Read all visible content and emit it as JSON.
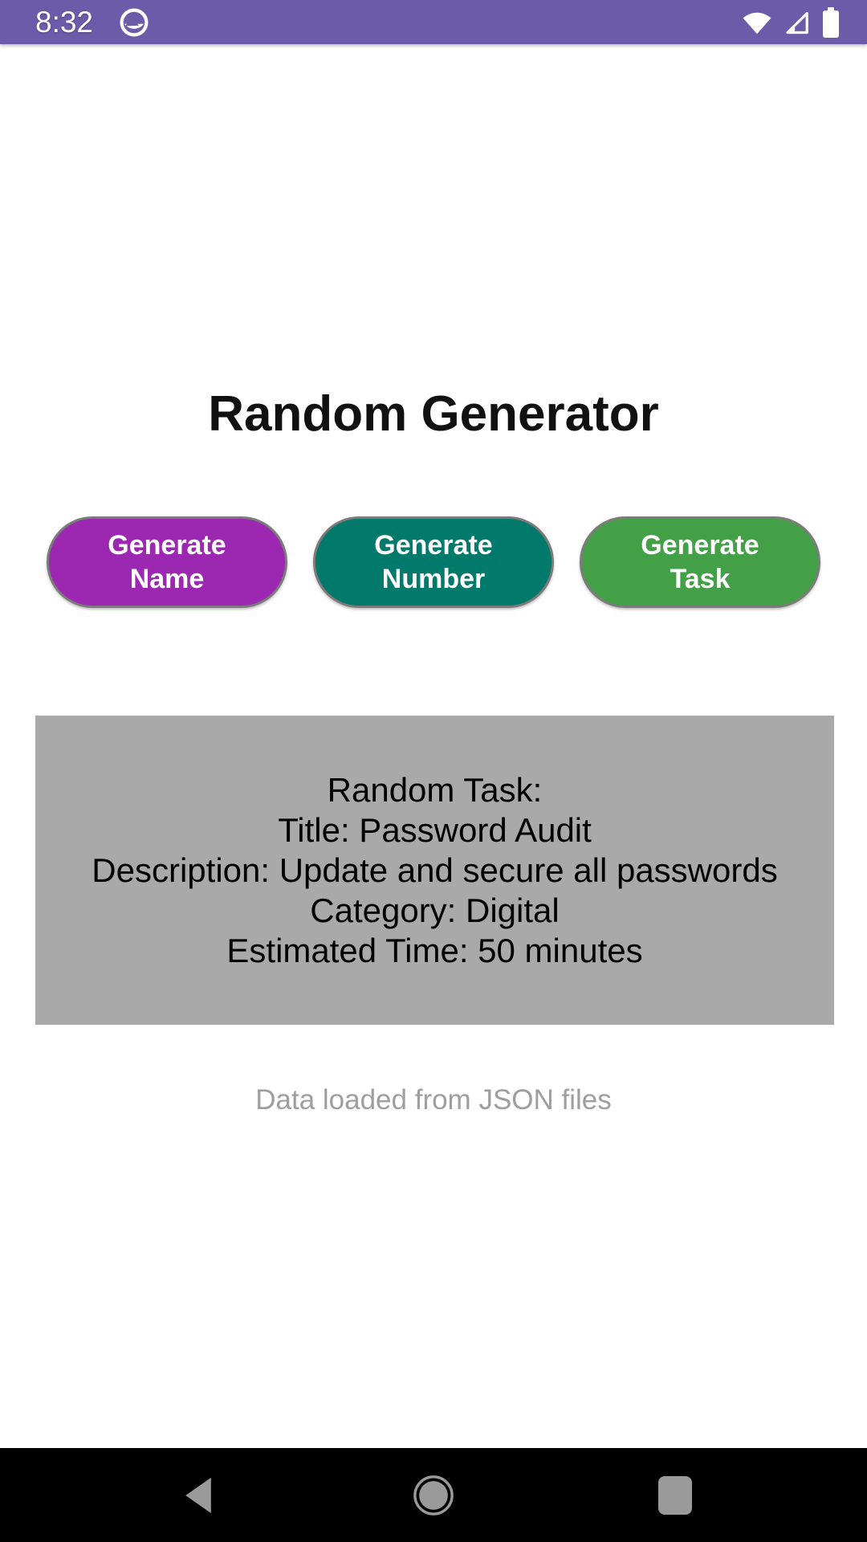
{
  "status_bar": {
    "time": "8:32",
    "bg_color": "#6A5CA8",
    "icons": [
      "app-notification-icon",
      "wifi-icon",
      "cellular-signal-icon",
      "battery-icon"
    ]
  },
  "app": {
    "title": "Random Generator"
  },
  "buttons": [
    {
      "label": "Generate Name",
      "color": "#9C27B0"
    },
    {
      "label": "Generate Number",
      "color": "#01796B"
    },
    {
      "label": "Generate Task",
      "color": "#43A047"
    }
  ],
  "result_box": {
    "bg_color": "#A9A9A9",
    "text_color": "#000000",
    "lines": [
      "Random Task:",
      "Title: Password Audit",
      "Description: Update and secure all passwords",
      "Category: Digital",
      "Estimated Time: 50 minutes"
    ]
  },
  "footer": {
    "text": "Data loaded from JSON files"
  },
  "nav_bar": {
    "icons": [
      "back-icon",
      "home-icon",
      "recents-icon"
    ],
    "icon_color": "#9A9A9A",
    "bg_color": "#000000"
  }
}
